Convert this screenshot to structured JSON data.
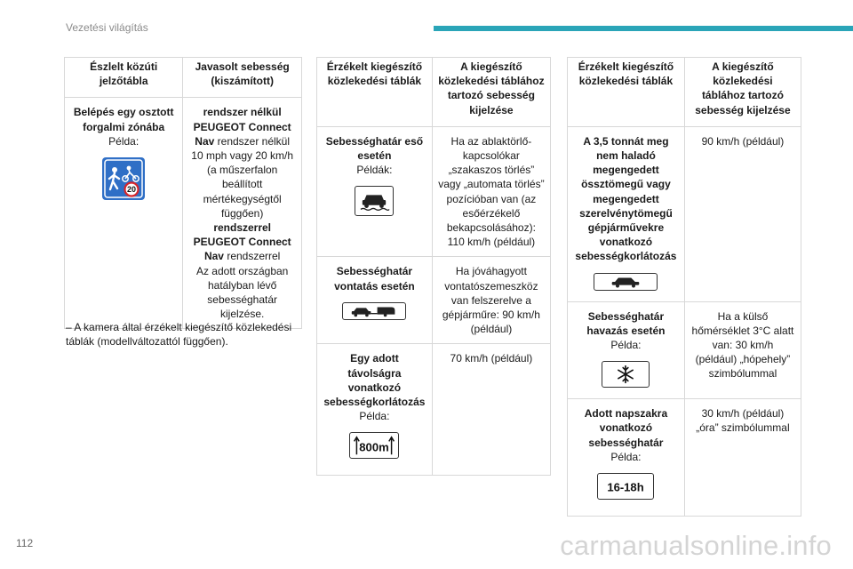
{
  "header": {
    "title": "Vezetési világítás"
  },
  "page_number": "112",
  "watermark": "carmanualsonline.info",
  "colors": {
    "accent": "#2aa5b8",
    "sign_blue": "#2f6fc6",
    "sign_red": "#d7262b"
  },
  "table1": {
    "headers": [
      "Észlelt közúti jelzőtábla",
      "Javasolt sebesség (kiszámított)"
    ],
    "row": {
      "sign_title": "Belépés egy osztott forgalmi zónába",
      "example": "Példa:",
      "icon": "shared-zone-sign-icon",
      "sign_value": "20",
      "desc_bold1": "rendszer nélkül PEUGEOT Connect Nav",
      "desc_1": " rendszer nélkül",
      "desc_2": "10 mph vagy 20 km/h (a műszerfalon beállított mértékegységtől függően)",
      "desc_bold2": "rendszerrel PEUGEOT Connect Nav",
      "desc_3": " rendszerrel",
      "desc_4": "Az adott országban hatályban lévő sebességhatár kijelzése."
    }
  },
  "note": "– A kamera által érzékelt kiegészítő közlekedési táblák (modellváltozattól függően).",
  "table2": {
    "headers": [
      "Érzékelt kiegészítő közlekedési táblák",
      "A kiegészítő közlekedési táblához tartozó sebesség kijelzése"
    ],
    "rows": [
      {
        "title": "Sebességhatár eső esetén",
        "example": "Példák:",
        "icon": "wet-road-car-icon",
        "desc": "Ha az ablaktörlő-kapcsolókar „szakaszos törlés” vagy „automata törlés” pozícióban van (az esőérzékelő bekapcsolásához): 110 km/h (például)"
      },
      {
        "title": "Sebességhatár vontatás esetén",
        "example": "",
        "icon": "car-with-trailer-icon",
        "desc": "Ha jóváhagyott vontatószemeszköz van felszerelve a gépjárműre: 90 km/h (például)"
      },
      {
        "title": "Egy adott távolságra vonatkozó sebességkorlátozás",
        "example": "Példa:",
        "icon": "distance-800m-icon",
        "sign_text": "800m",
        "desc": "70 km/h (például)"
      }
    ]
  },
  "table3": {
    "headers": [
      "Érzékelt kiegészítő közlekedési táblák",
      "A kiegészítő közlekedési táblához tartozó sebesség kijelzése"
    ],
    "rows": [
      {
        "title": "A 3,5 tonnát meg nem haladó megengedett össztömegű vagy megengedett szerelvénytömegű gépjárművekre vonatkozó sebességkorlátozás",
        "example": "",
        "icon": "passenger-car-icon",
        "desc": "90 km/h (például)"
      },
      {
        "title": "Sebességhatár havazás esetén",
        "example": "Példa:",
        "icon": "snowflake-icon",
        "desc": "Ha a külső hőmérséklet 3°C alatt van: 30 km/h (például) „hópehely” szimbólummal"
      },
      {
        "title": "Adott napszakra vonatkozó sebességhatár",
        "example": "Példa:",
        "icon": "time-range-icon",
        "sign_text": "16-18h",
        "desc": "30 km/h (például) „óra” szimbólummal"
      }
    ]
  }
}
